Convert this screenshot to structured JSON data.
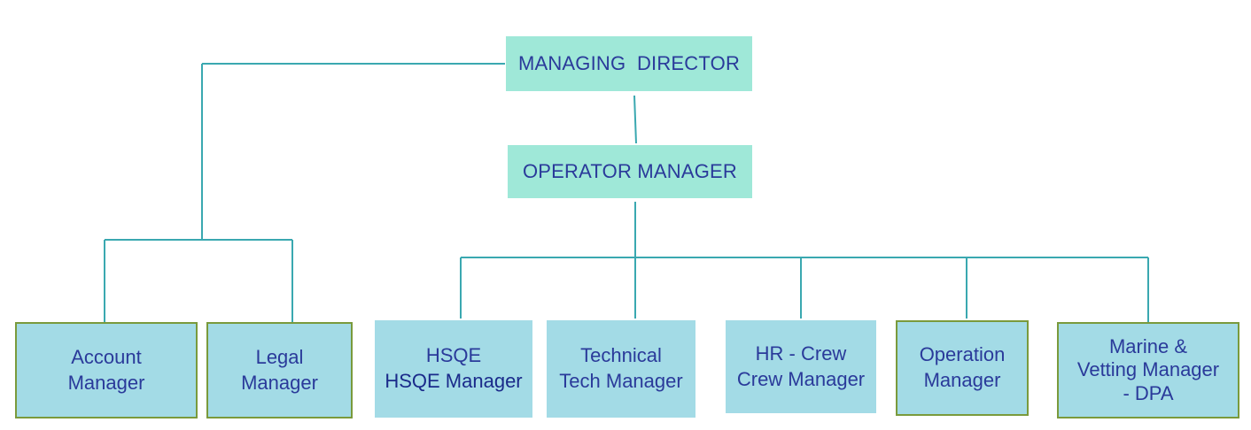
{
  "colors": {
    "top_box": "#9fe8d8",
    "leaf_box": "#a3dbe6",
    "connector": "#3aa8b0",
    "border": "#7a9a3c",
    "text": "#2a3a9a"
  },
  "nodes": {
    "managing_director": "MANAGING  DIRECTOR",
    "operator_manager": "OPERATOR MANAGER",
    "account_manager": [
      "Account",
      "Manager"
    ],
    "legal_manager": [
      "Legal",
      "Manager"
    ],
    "hsqe_manager": [
      "HSQE",
      "HSQE Manager"
    ],
    "technical_manager": [
      "Technical",
      "Tech Manager"
    ],
    "hr_crew_manager": [
      "HR - Crew",
      "Crew Manager"
    ],
    "operation_manager": [
      "Operation",
      "Manager"
    ],
    "marine_vetting_manager": [
      "Marine &",
      "Vetting Manager",
      "- DPA"
    ]
  }
}
